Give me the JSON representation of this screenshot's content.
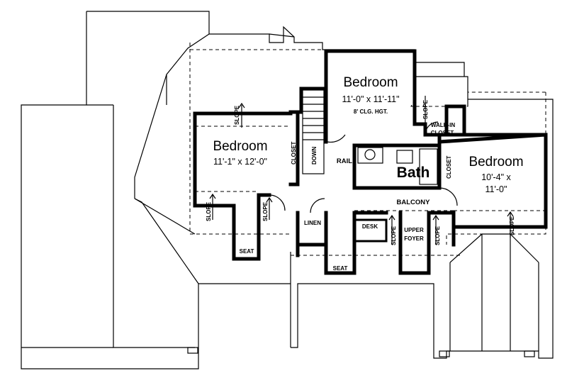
{
  "rooms": {
    "bedroom_top": {
      "name": "Bedroom",
      "size": "11'-0\" x 11'-11\"",
      "note": "8' CLG. HGT."
    },
    "bedroom_left": {
      "name": "Bedroom",
      "size": "11'-1\" x 12'-0\""
    },
    "bedroom_right": {
      "name": "Bedroom",
      "size_line1": "10'-4\" x",
      "size_line2": "11'-0\""
    },
    "bath": {
      "name": "Bath"
    }
  },
  "labels": {
    "slope": "SLOPE",
    "closet": "CLOSET",
    "walk_in_line1": "WALK-IN",
    "walk_in_line2": "CLOSET",
    "down": "DOWN",
    "rail": "RAIL",
    "balcony": "BALCONY",
    "linen": "LINEN",
    "desk": "DESK",
    "upper_foyer_line1": "UPPER",
    "upper_foyer_line2": "FOYER",
    "seat": "SEAT"
  }
}
